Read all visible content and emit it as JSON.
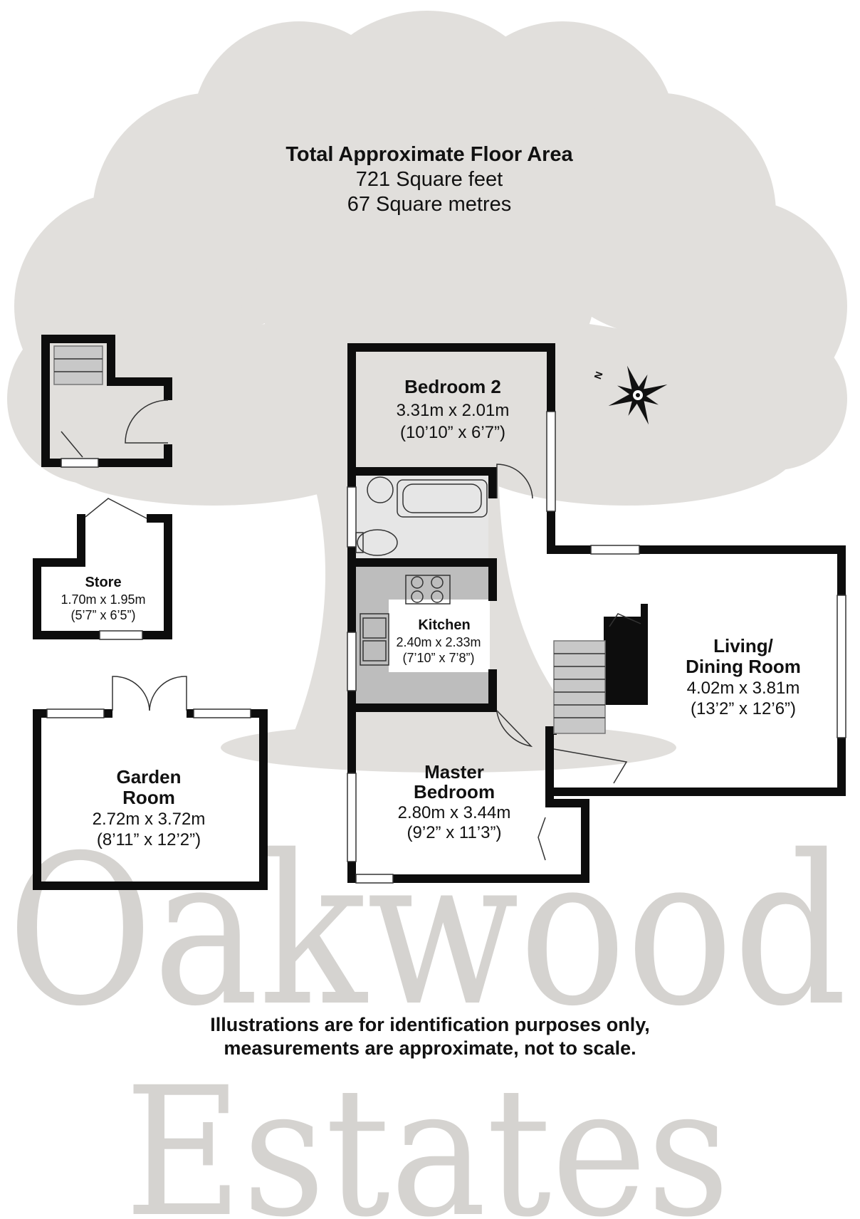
{
  "summary": {
    "title": "Total Approximate Floor Area",
    "square_feet": "721 Square feet",
    "square_metres": "67 Square metres"
  },
  "rooms": {
    "bedroom2": {
      "name": "Bedroom 2",
      "metric": "3.31m x 2.01m",
      "imperial": "(10’10” x 6’7”)"
    },
    "kitchen": {
      "name": "Kitchen",
      "metric": "2.40m x 2.33m",
      "imperial": "(7’10” x 7’8”)"
    },
    "living": {
      "name_line1": "Living/",
      "name_line2": "Dining Room",
      "metric": "4.02m x 3.81m",
      "imperial": "(13’2” x 12’6”)"
    },
    "master": {
      "name_line1": "Master",
      "name_line2": "Bedroom",
      "metric": "2.80m x 3.44m",
      "imperial": "(9’2” x 11’3”)"
    },
    "store": {
      "name": "Store",
      "metric": "1.70m x 1.95m",
      "imperial": "(5’7” x 6’5”)"
    },
    "garden": {
      "name_line1": "Garden",
      "name_line2": "Room",
      "metric": "2.72m x 3.72m",
      "imperial": "(8’11” x 12’2”)"
    }
  },
  "compass": {
    "label": "N"
  },
  "disclaimer": {
    "line1": "Illustrations are for identification purposes only,",
    "line2": "measurements are approximate, not to scale."
  },
  "watermark": {
    "line1": "Oakwood",
    "line2": "Estates"
  },
  "colors": {
    "tree": "#e1dfdc",
    "wall": "#0d0d0d",
    "shaded_room": "#bdbdbd",
    "watermark": "#d5d3d0"
  }
}
